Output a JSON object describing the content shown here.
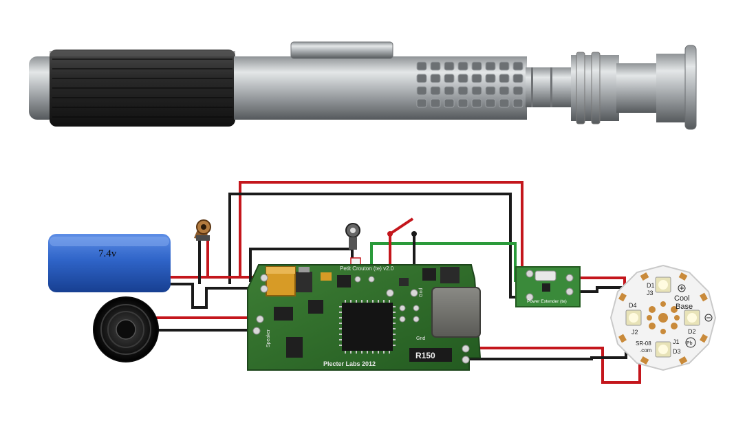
{
  "battery": {
    "voltage_label": "7.4v"
  },
  "board": {
    "title": "Petit Crouton (te) v2.0",
    "maker": "Plecter Labs 2012",
    "resistor": "R150",
    "speaker_label": "Speaker",
    "gnd_label": "Gnd",
    "gnd_label_2": "Gnd"
  },
  "extender": {
    "label": "Power Extender (te)"
  },
  "led": {
    "cool": "Cool",
    "base": "Base",
    "d1": "D1",
    "d2": "D2",
    "d3": "D3",
    "d4": "D4",
    "j1": "J1",
    "j2": "J2",
    "j3": "J3",
    "brand": "SR-08",
    "domain": ".com",
    "pb": "Pb"
  },
  "colors": {
    "wire_red": "#c4161c",
    "wire_black": "#1a1a1a",
    "wire_green": "#2a9a3a",
    "pcb_green": "#2f6b2a",
    "battery_blue": "#2f64c8",
    "led_board": "#f3f3f3",
    "hilt_grip": "#2a2a2a"
  }
}
